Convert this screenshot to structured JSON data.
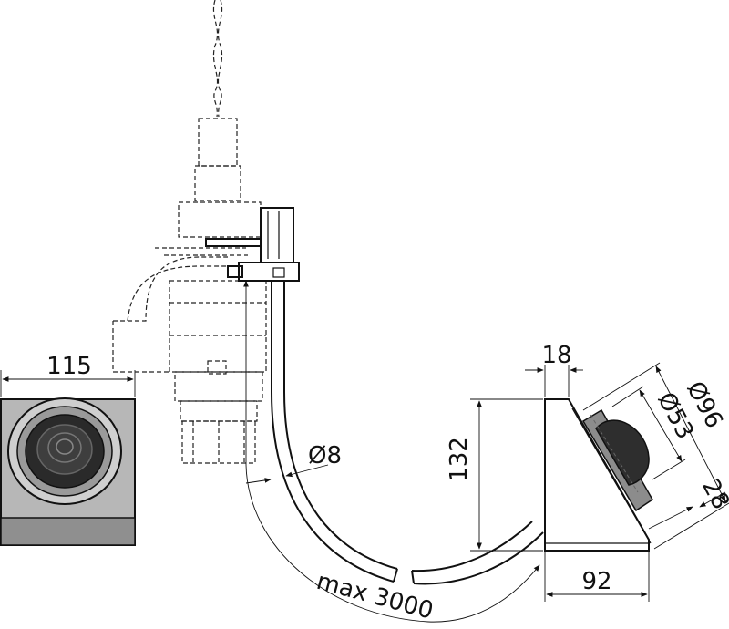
{
  "dimensions": {
    "front_width": "115",
    "tube_diameter": "Ø8",
    "tube_length": "max 3000",
    "button_depth_top": "18",
    "button_height": "132",
    "button_diameter_outer": "Ø96",
    "button_diameter_inner": "Ø53",
    "button_protrusion": "28",
    "button_depth": "92"
  },
  "colors": {
    "line": "#111111",
    "housing_grey": "#b4b4b4",
    "housing_dark": "#8c8c8c",
    "button_black": "#2e2e2e"
  }
}
